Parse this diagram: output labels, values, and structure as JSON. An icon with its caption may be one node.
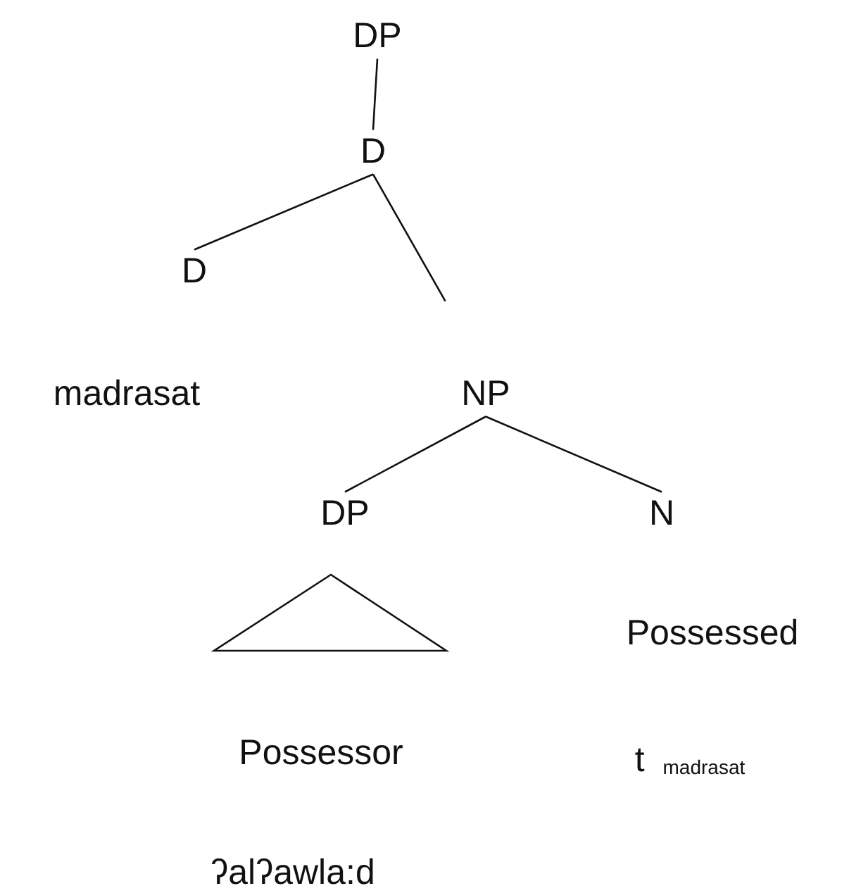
{
  "diagram": {
    "nodes": [
      {
        "text": [
          "DP"
        ]
      },
      {
        "text": [
          "D"
        ]
      },
      {
        "text": [
          "D"
        ]
      },
      {
        "text": [
          "NP"
        ]
      },
      {
        "text": [
          "DP"
        ]
      },
      {
        "text": [
          "N"
        ]
      }
    ],
    "edges": [
      {
        "from": 0,
        "to": 1,
        "arrow": "none"
      },
      {
        "from": 1,
        "to": 2,
        "arrow": "none"
      },
      {
        "from": 1,
        "to": 3,
        "arrow": "none"
      },
      {
        "from": 3,
        "to": 4,
        "arrow": "none"
      },
      {
        "from": 3,
        "to": 5,
        "arrow": "none"
      }
    ],
    "labels": [
      "madrasat",
      "Possessed",
      "Possessor",
      "t $_{madrasat}$",
      "ʔalʔawla:d"
    ]
  }
}
